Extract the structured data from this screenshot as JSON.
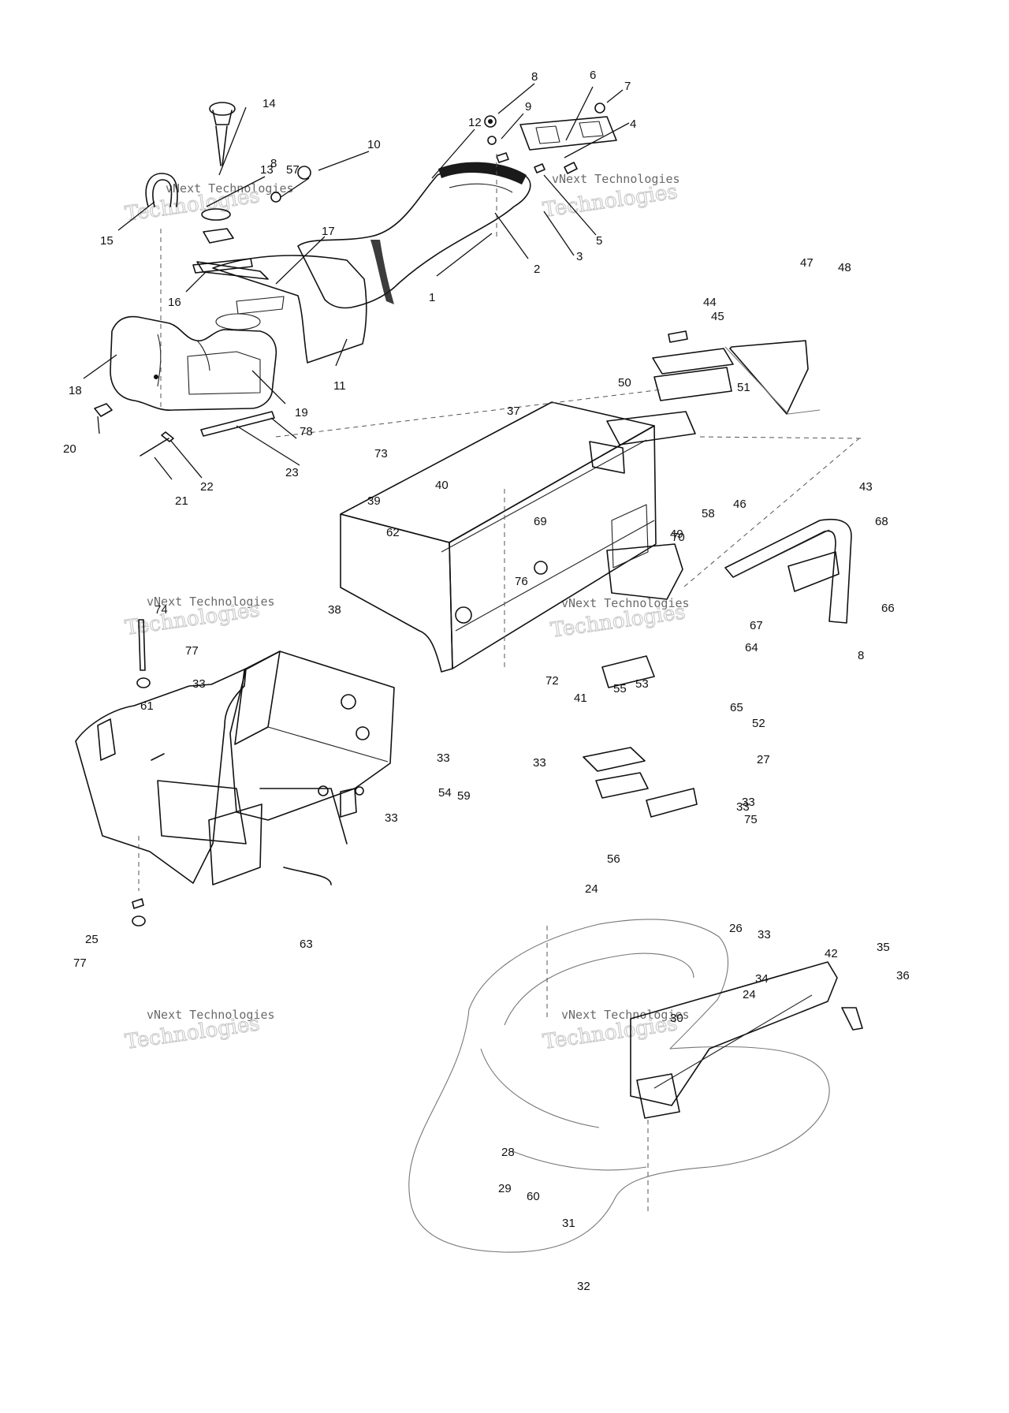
{
  "watermark": {
    "line1": "vNext Technologies",
    "line2": "Technologies"
  },
  "callouts": [
    "1",
    "2",
    "3",
    "4",
    "5",
    "6",
    "7",
    "8",
    "8",
    "8",
    "9",
    "10",
    "11",
    "12",
    "13",
    "14",
    "15",
    "16",
    "17",
    "18",
    "19",
    "20",
    "21",
    "22",
    "23",
    "24",
    "24",
    "25",
    "26",
    "27",
    "28",
    "29",
    "30",
    "31",
    "32",
    "33",
    "33",
    "33",
    "33",
    "33",
    "33",
    "33",
    "34",
    "35",
    "36",
    "37",
    "38",
    "39",
    "40",
    "41",
    "42",
    "43",
    "44",
    "45",
    "46",
    "47",
    "48",
    "49",
    "50",
    "51",
    "52",
    "53",
    "54",
    "55",
    "56",
    "57",
    "58",
    "59",
    "60",
    "61",
    "62",
    "63",
    "64",
    "65",
    "66",
    "67",
    "68",
    "69",
    "70",
    "72",
    "73",
    "74",
    "75",
    "76",
    "77",
    "77",
    "78"
  ]
}
